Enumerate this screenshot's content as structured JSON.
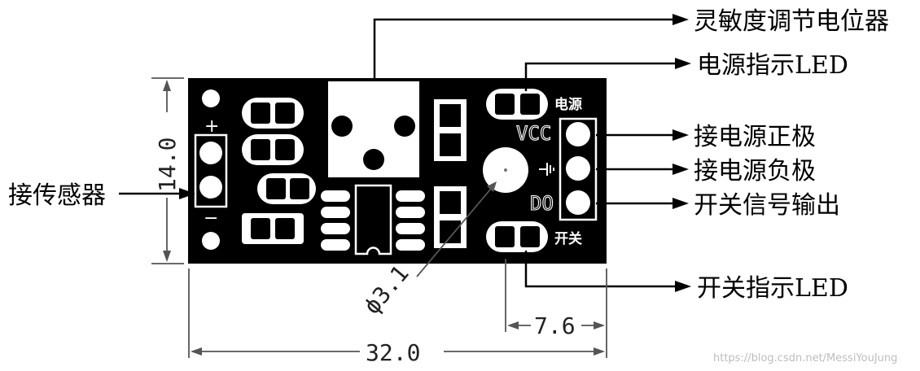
{
  "labels": {
    "pot": "灵敏度调节电位器",
    "power_led": "电源指示LED",
    "vcc_pin": "接电源正极",
    "gnd_pin": "接电源负极",
    "do_pin": "开关信号输出",
    "sensor": "接传感器",
    "switch_led": "开关指示LED"
  },
  "silkscreen": {
    "power": "电源",
    "switch": "开关",
    "vcc": "VCC",
    "do": "DO",
    "plus": "+",
    "minus": "−"
  },
  "dimensions": {
    "height": "14.0",
    "width": "32.0",
    "hole_spacing": "7.6",
    "hole_diameter": "ϕ3.1"
  },
  "watermark": "https://blog.csdn.net/MessiYouJung",
  "colors": {
    "board": "#000000",
    "line": "#000000",
    "dim_line": "#555555"
  }
}
